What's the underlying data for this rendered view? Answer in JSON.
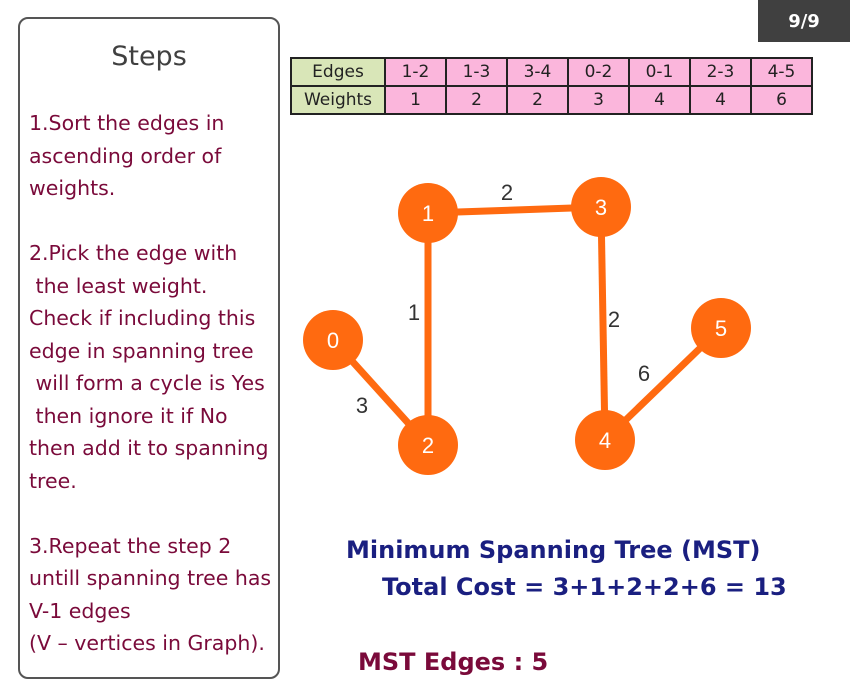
{
  "page_indicator": "9/9",
  "steps": {
    "title": "Steps",
    "text": "1.Sort the edges in ascending order of weights.\n\n2.Pick the edge with\n the least weight.\nCheck if including this edge in spanning tree\n will form a cycle is Yes\n then ignore it if No then add it to spanning tree.\n\n3.Repeat the step 2 untill spanning tree has V-1 edges\n(V – vertices in Graph)."
  },
  "table": {
    "row_headers": [
      "Edges",
      "Weights"
    ],
    "edges": [
      "1-2",
      "1-3",
      "3-4",
      "0-2",
      "0-1",
      "2-3",
      "4-5"
    ],
    "weights": [
      "1",
      "2",
      "2",
      "3",
      "4",
      "4",
      "6"
    ]
  },
  "graph": {
    "node_color": "#FF6A10",
    "edge_color": "#FF6A10",
    "nodes": [
      {
        "id": "0"
      },
      {
        "id": "1"
      },
      {
        "id": "2"
      },
      {
        "id": "3"
      },
      {
        "id": "4"
      },
      {
        "id": "5"
      }
    ],
    "edges": [
      {
        "from": "1",
        "to": "3",
        "weight": "2"
      },
      {
        "from": "1",
        "to": "2",
        "weight": "1"
      },
      {
        "from": "3",
        "to": "4",
        "weight": "2"
      },
      {
        "from": "4",
        "to": "5",
        "weight": "6"
      },
      {
        "from": "0",
        "to": "2",
        "weight": "3"
      }
    ]
  },
  "result": {
    "title": "Minimum Spanning Tree (MST)",
    "total": "Total Cost = 3+1+2+2+6 = 13",
    "edges_count": "MST Edges : 5"
  }
}
